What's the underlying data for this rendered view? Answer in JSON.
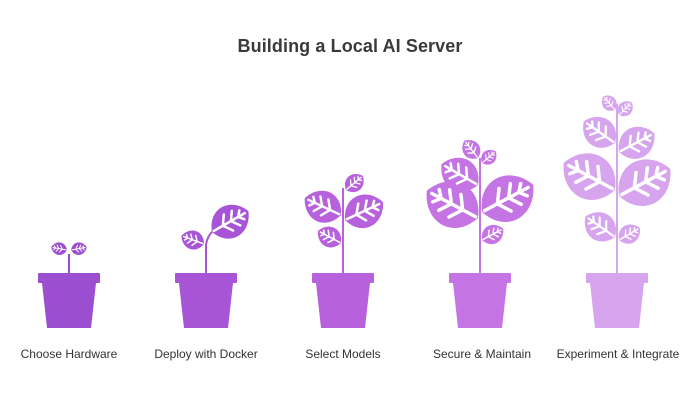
{
  "title": "Building a Local AI Server",
  "colors": {
    "stages": [
      "#9b4fd0",
      "#a755d6",
      "#b762dc",
      "#c475e3",
      "#d7a4ee"
    ]
  },
  "stages": [
    {
      "label": "Choose Hardware",
      "icon": "seedling-pot-icon"
    },
    {
      "label": "Deploy with Docker",
      "icon": "sprout-pot-icon"
    },
    {
      "label": "Select Models",
      "icon": "young-plant-pot-icon"
    },
    {
      "label": "Secure & Maintain",
      "icon": "growing-plant-pot-icon"
    },
    {
      "label": "Experiment & Integrate",
      "icon": "mature-plant-pot-icon"
    }
  ]
}
